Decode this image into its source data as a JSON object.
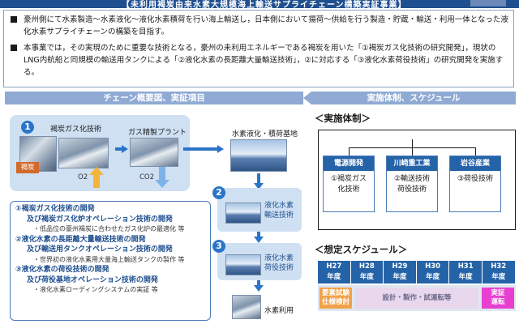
{
  "header": {
    "title": "【未利用褐炭由来水素大規模海上輸送サプライチェーン構築実証事業】"
  },
  "intro": {
    "paragraphs": [
      "豪州側にて水素製造～水素液化～液化水素積荷を行い海上輸送し，日本側において揚荷～供給を行う製造・貯蔵・輸送・利用一体となった液化水素サプライチェーンの構築を目指す。",
      "本事業では，その実現のために重要な技術となる，豪州の未利用エネルギーである褐炭を用いた「①褐炭ガス化技術の研究開発」，現状のLNG内航船と同規模の輸送用タンクによる「②液化水素の長距離大量輸送技術」，②に対応する「③液化水素荷役技術」の研究開発を実施する。"
    ]
  },
  "left_band": "チェーン概要図、実証項目",
  "right_band": "実施体制、スケジュール",
  "chain": {
    "step1_num": "1",
    "step1_label": "褐炭ガス化技術",
    "gas_plant_label": "ガス精製プラント",
    "liquefaction_label": "水素液化・積荷基地",
    "coal_tag": "褐炭",
    "o2": "O2",
    "co2": "CO2",
    "step2_num": "2",
    "step2_label": "液化水素\n輸送技術",
    "step3_num": "3",
    "step3_label": "液化水素\n荷役技術",
    "utilization_label": "水素利用"
  },
  "dev_items": [
    {
      "kind": "main",
      "text": "①褐炭ガス化技術の開発"
    },
    {
      "kind": "sub",
      "text": "及び褐炭ガス化炉オペレーション技術の開発"
    },
    {
      "kind": "note",
      "text": "・低品位の豪州褐炭に合わせたガス化炉の最適化 等"
    },
    {
      "kind": "main",
      "text": "②液化水素の長距離大量輸送技術の開発"
    },
    {
      "kind": "sub",
      "text": "及び輸送用タンクオペレーション技術の開発"
    },
    {
      "kind": "note",
      "text": "・世界初の液化水素用大量海上輸送タンクの製作 等"
    },
    {
      "kind": "main",
      "text": "③液化水素の荷役技術の開発"
    },
    {
      "kind": "sub",
      "text": "及び荷役基地オペレーション技術の開発"
    },
    {
      "kind": "note",
      "text": "・液化水素ローディングシステムの実証 等"
    }
  ],
  "org": {
    "heading": "＜実施体制＞",
    "members": [
      {
        "name": "電源開発",
        "role": "①褐炭ガス\n化技術"
      },
      {
        "name": "川崎重工業",
        "role": "②輸送技術\n荷役技術"
      },
      {
        "name": "岩谷産業",
        "role": "③荷役技術"
      }
    ]
  },
  "schedule": {
    "heading": "＜想定スケジュール＞",
    "years": [
      {
        "top": "H27",
        "bottom": "年度"
      },
      {
        "top": "H28",
        "bottom": "年度"
      },
      {
        "top": "H29",
        "bottom": "年度"
      },
      {
        "top": "H30",
        "bottom": "年度"
      },
      {
        "top": "H31",
        "bottom": "年度"
      },
      {
        "top": "H32",
        "bottom": "年度"
      }
    ],
    "bars": {
      "b1": "要素試験\n仕様検討",
      "b2": "設計・製作・試運転等",
      "b3": "実証\n運転"
    }
  },
  "colors": {
    "accent": "#2563a8",
    "band": "#8faad3",
    "panel": "#cfe0f3",
    "orange": "#f0a24a",
    "magenta": "#e83fd1"
  },
  "icons": [
    "circle-number-icon",
    "arrow-right-icon",
    "arrow-up-icon",
    "arrow-down-icon",
    "bullet-square-icon"
  ]
}
